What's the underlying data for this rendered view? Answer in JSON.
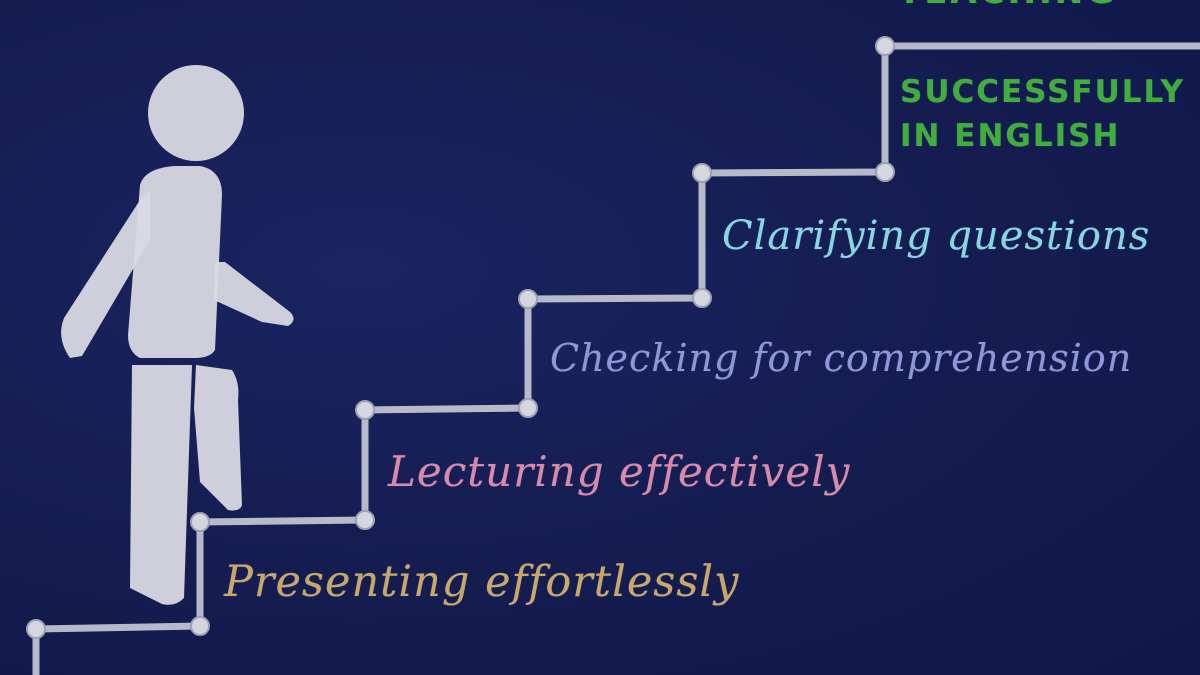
{
  "title": {
    "top_word": "TEACHING",
    "line1": "SUCCESSFULLY",
    "line2": "IN ENGLISH"
  },
  "steps": [
    {
      "label": "Clarifying questions",
      "color": "#86d7e0"
    },
    {
      "label": "Checking for comprehension",
      "color": "#8f97d8"
    },
    {
      "label": "Lecturing effectively",
      "color": "#d98aa9"
    },
    {
      "label": "Presenting effortlessly",
      "color": "#c8a86a"
    }
  ],
  "bottom_partial": "",
  "colors": {
    "background": "#131b4d",
    "chalk": "#d8d9e2",
    "title_green": "#3fae3a"
  }
}
